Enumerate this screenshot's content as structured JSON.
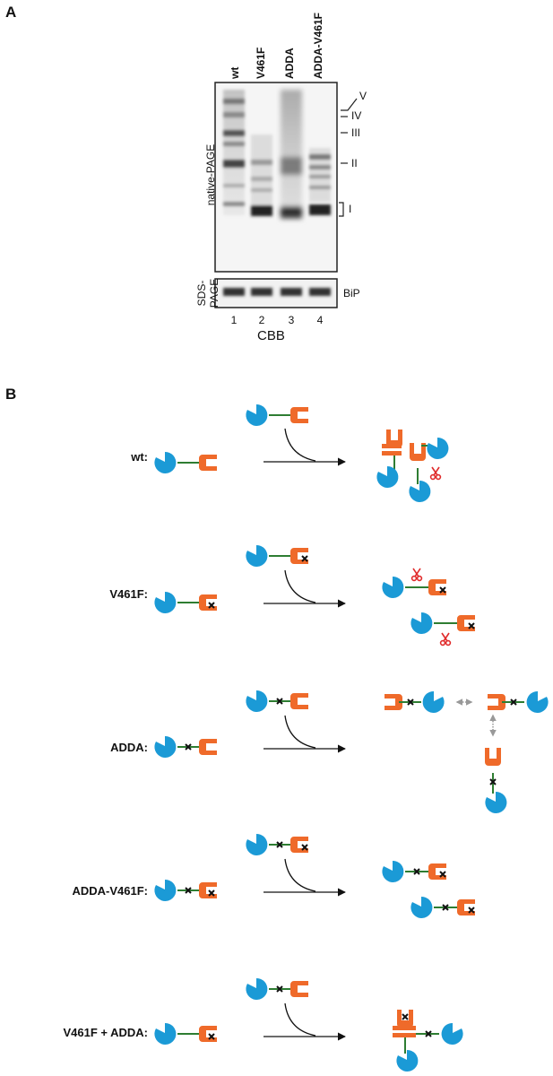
{
  "panel_a": {
    "letter": "A",
    "lanes": [
      "wt",
      "V461F",
      "ADDA",
      "ADDA-V461F"
    ],
    "band_labels": [
      "V",
      "IV",
      "III",
      "II",
      "I"
    ],
    "native_label": "native-PAGE",
    "sds_label_1": "SDS-",
    "sds_label_2": "PAGE",
    "bip_label": "BiP",
    "lane_numbers": [
      "1",
      "2",
      "3",
      "4"
    ],
    "stain_label": "CBB"
  },
  "panel_b": {
    "letter": "B",
    "rows": [
      {
        "label": "wt:"
      },
      {
        "label": "V461F:"
      },
      {
        "label": "ADDA:"
      },
      {
        "label": "ADDA-V461F:"
      },
      {
        "label": "V461F + ADDA:"
      }
    ]
  },
  "colors": {
    "nbd_blue": "#1b9ad6",
    "sbd_orange": "#ef6a2a",
    "linker_green": "#2e7d32",
    "scissors_red": "#e02a2a",
    "arrow_gray": "#999999"
  }
}
